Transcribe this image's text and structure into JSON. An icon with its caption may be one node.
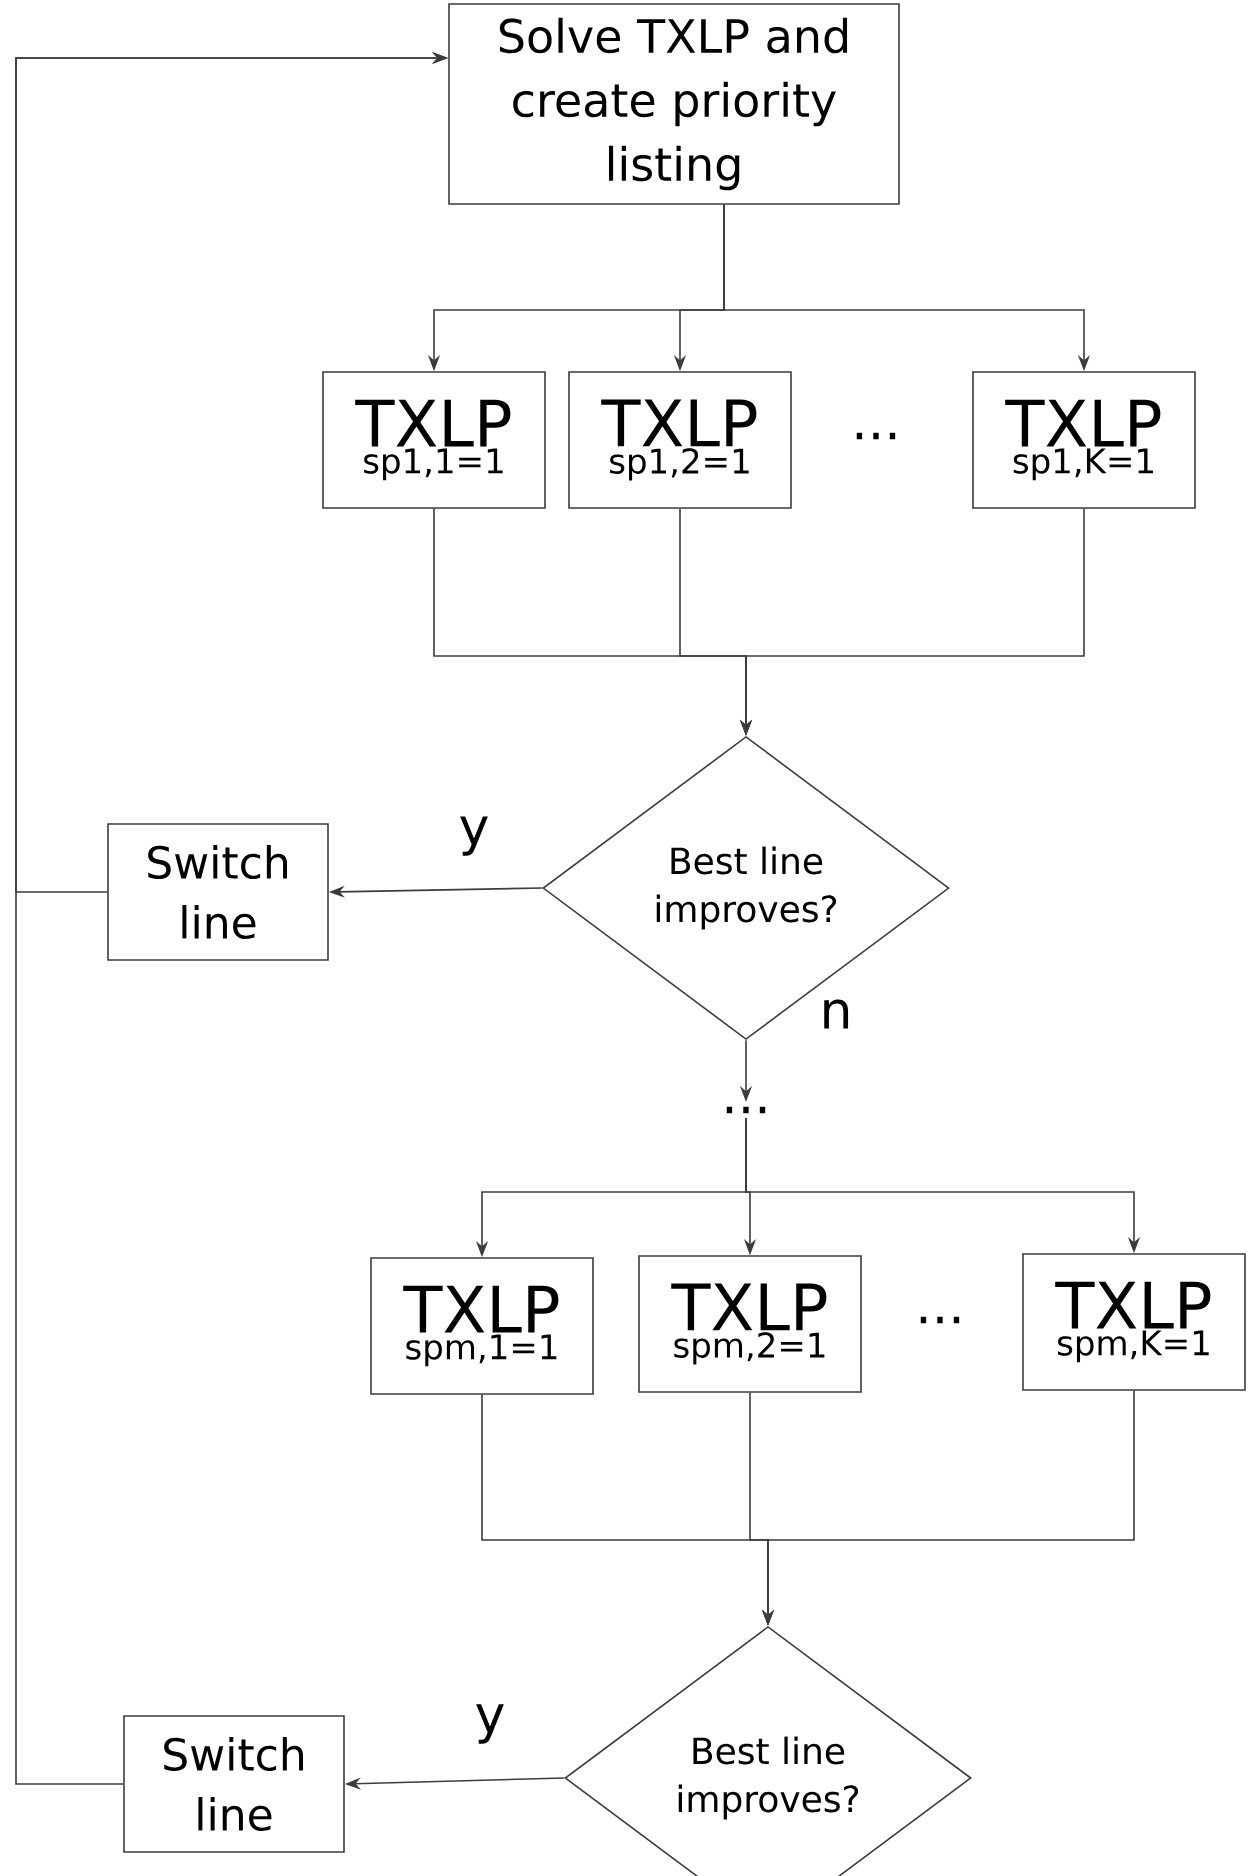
{
  "diagram": {
    "nodes": [
      {
        "text": [
          "Solve TXLP and create priority listing"
        ]
      },
      {
        "text": [
          "TXLP",
          "sp1,1=1"
        ]
      },
      {
        "text": [
          "TXLP",
          "sp1,2=1"
        ]
      },
      {
        "text": [
          "TXLP",
          "sp1,K=1"
        ]
      },
      {
        "text": [
          "Best line improves?"
        ]
      },
      {
        "text": [
          "Switch line"
        ]
      },
      {
        "text": [
          "..."
        ]
      },
      {
        "text": [
          "TXLP",
          "spm,1=1"
        ]
      },
      {
        "text": [
          "TXLP",
          "spm,2=1"
        ]
      },
      {
        "text": [
          "TXLP",
          "spm,K=1"
        ]
      },
      {
        "text": [
          "Best line improves?"
        ]
      },
      {
        "text": [
          "Switch line"
        ]
      }
    ],
    "edges": [
      {
        "from": 0,
        "to": 1,
        "arrow": "to"
      },
      {
        "from": 0,
        "to": 2,
        "arrow": "to"
      },
      {
        "from": 0,
        "to": 3,
        "arrow": "to"
      },
      {
        "from": 1,
        "to": 4,
        "arrow": "to"
      },
      {
        "from": 2,
        "to": 4,
        "arrow": "to"
      },
      {
        "from": 3,
        "to": 4,
        "arrow": "to"
      },
      {
        "from": 4,
        "to": 5,
        "arrow": "to",
        "label": "y"
      },
      {
        "from": 5,
        "to": 0,
        "arrow": "to"
      },
      {
        "from": 4,
        "to": 6,
        "arrow": "to",
        "label": "n"
      },
      {
        "from": 6,
        "to": 7,
        "arrow": "to"
      },
      {
        "from": 6,
        "to": 8,
        "arrow": "to"
      },
      {
        "from": 6,
        "to": 9,
        "arrow": "to"
      },
      {
        "from": 7,
        "to": 10,
        "arrow": "to"
      },
      {
        "from": 8,
        "to": 10,
        "arrow": "to"
      },
      {
        "from": 9,
        "to": 10,
        "arrow": "to"
      },
      {
        "from": 10,
        "to": 11,
        "arrow": "to",
        "label": "y"
      },
      {
        "from": 11,
        "to": 0,
        "arrow": "to"
      }
    ],
    "labels": [
      "...",
      "..."
    ]
  }
}
